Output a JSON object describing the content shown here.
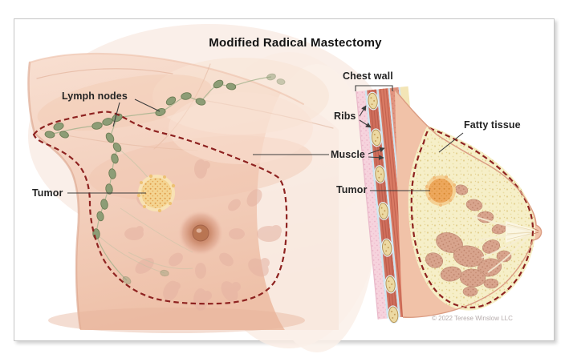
{
  "title": "Modified Radical Mastectomy",
  "labels": {
    "lymph_nodes": "Lymph nodes",
    "tumor_left": "Tumor",
    "chest_wall": "Chest wall",
    "ribs": "Ribs",
    "muscle": "Muscle",
    "tumor_right": "Tumor",
    "fatty_tissue": "Fatty tissue"
  },
  "credit": "© 2022 Terese Winslow LLC",
  "colors": {
    "incision_dash": "#8e2220",
    "lymph_node": "#8d9d76",
    "tumor": "#f2c077",
    "fatty_tissue": "#f6efc8",
    "muscle_red": "#d97a64",
    "label_text": "#242424"
  }
}
